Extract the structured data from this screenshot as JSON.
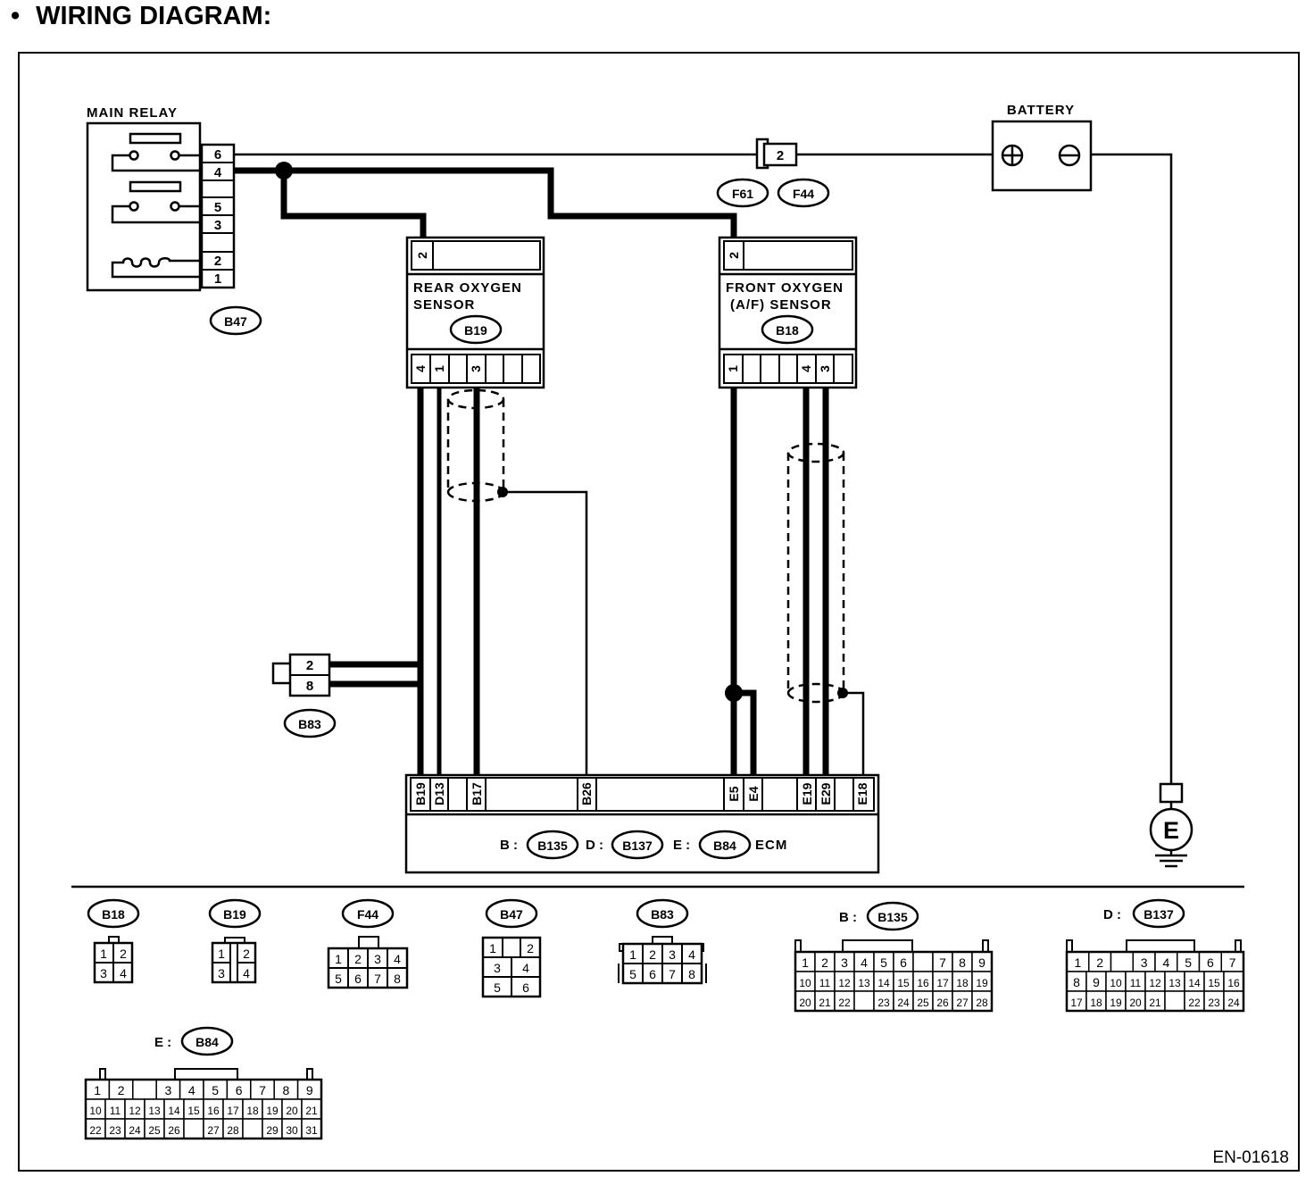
{
  "title": "WIRING DIAGRAM:",
  "figure_code": "EN-01618",
  "main_relay": {
    "label": "MAIN RELAY",
    "connector": "B47",
    "pins": [
      "6",
      "4",
      "5",
      "3",
      "2",
      "1"
    ]
  },
  "battery": {
    "label": "BATTERY"
  },
  "joint_connector": {
    "pin": "2",
    "connectors": [
      "F61",
      "F44"
    ]
  },
  "rear_sensor": {
    "label_line1": "REAR OXYGEN",
    "label_line2": "SENSOR",
    "connector": "B19",
    "top_pin": "2",
    "bottom_pins": [
      "4",
      "1",
      "3"
    ]
  },
  "front_sensor": {
    "label_line1": "FRONT OXYGEN",
    "label_line2": "(A/F) SENSOR",
    "connector": "B18",
    "top_pin": "2",
    "bottom_pins": [
      "1",
      "4",
      "3"
    ]
  },
  "b83": {
    "connector": "B83",
    "pins": [
      "2",
      "8"
    ]
  },
  "ecm": {
    "label": "ECM",
    "pins": [
      "B19",
      "D13",
      "B17",
      "B26",
      "E5",
      "E4",
      "E19",
      "E29",
      "E18"
    ],
    "connectors": [
      {
        "prefix": "B :",
        "code": "B135"
      },
      {
        "prefix": "D :",
        "code": "B137"
      },
      {
        "prefix": "E :",
        "code": "B84"
      }
    ]
  },
  "ground": {
    "label": "E"
  },
  "legend": {
    "b18": {
      "code": "B18",
      "cells": [
        "1",
        "2",
        "3",
        "4"
      ]
    },
    "b19": {
      "code": "B19",
      "cells": [
        "1",
        "2",
        "3",
        "4"
      ]
    },
    "f44": {
      "code": "F44",
      "cells": [
        "1",
        "2",
        "3",
        "4",
        "5",
        "6",
        "7",
        "8"
      ]
    },
    "b47": {
      "code": "B47",
      "cells": [
        "1",
        "2",
        "3",
        "4",
        "5",
        "6"
      ]
    },
    "b83": {
      "code": "B83",
      "cells": [
        "1",
        "2",
        "3",
        "4",
        "5",
        "6",
        "7",
        "8"
      ]
    },
    "b135": {
      "prefix": "B :",
      "code": "B135",
      "rows": [
        [
          "1",
          "2",
          "3",
          "4",
          "5",
          "6",
          "",
          "7",
          "8",
          "9"
        ],
        [
          "10",
          "11",
          "12",
          "13",
          "14",
          "15",
          "16",
          "17",
          "18",
          "19"
        ],
        [
          "20",
          "21",
          "22",
          "",
          "23",
          "24",
          "25",
          "26",
          "27",
          "28"
        ]
      ]
    },
    "b137": {
      "prefix": "D :",
      "code": "B137",
      "rows": [
        [
          "1",
          "2",
          "",
          "3",
          "4",
          "5",
          "6",
          "7"
        ],
        [
          "8",
          "9",
          "10",
          "11",
          "12",
          "13",
          "14",
          "15",
          "16"
        ],
        [
          "17",
          "18",
          "19",
          "20",
          "21",
          "",
          "22",
          "23",
          "24"
        ]
      ]
    },
    "b84": {
      "prefix": "E :",
      "code": "B84",
      "rows": [
        [
          "1",
          "2",
          "",
          "3",
          "4",
          "5",
          "6",
          "7",
          "8",
          "9"
        ],
        [
          "10",
          "11",
          "12",
          "13",
          "14",
          "15",
          "16",
          "17",
          "18",
          "19",
          "20",
          "21"
        ],
        [
          "22",
          "23",
          "24",
          "25",
          "26",
          "",
          "27",
          "28",
          "",
          "29",
          "30",
          "31"
        ]
      ]
    }
  }
}
